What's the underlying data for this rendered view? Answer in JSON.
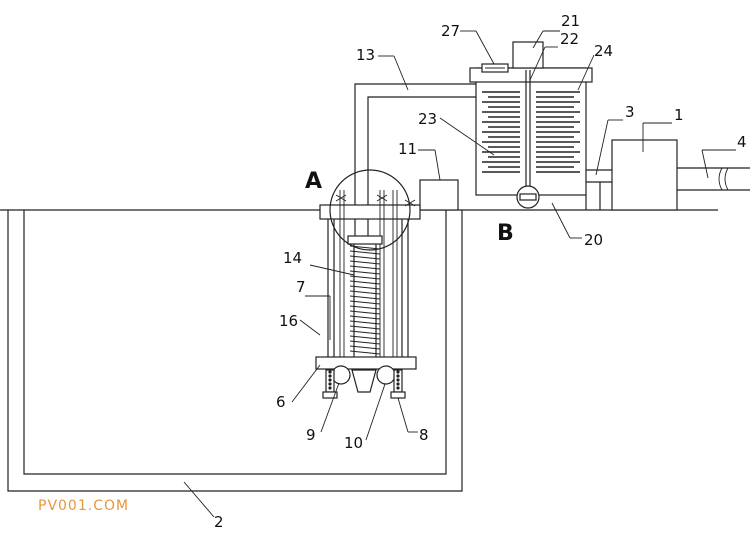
{
  "labels": {
    "n1": "1",
    "n2": "2",
    "n3": "3",
    "n4": "4",
    "n6": "6",
    "n7": "7",
    "n8": "8",
    "n9": "9",
    "n10": "10",
    "n11": "11",
    "n13": "13",
    "n14": "14",
    "n16": "16",
    "n20": "20",
    "n21": "21",
    "n22": "22",
    "n23": "23",
    "n24": "24",
    "n27": "27",
    "detail_a": "A",
    "detail_b": "B"
  },
  "watermark": {
    "text": "PV001.COM",
    "color": "#e8963a"
  },
  "colors": {
    "line": "#222222",
    "background": "#ffffff"
  }
}
